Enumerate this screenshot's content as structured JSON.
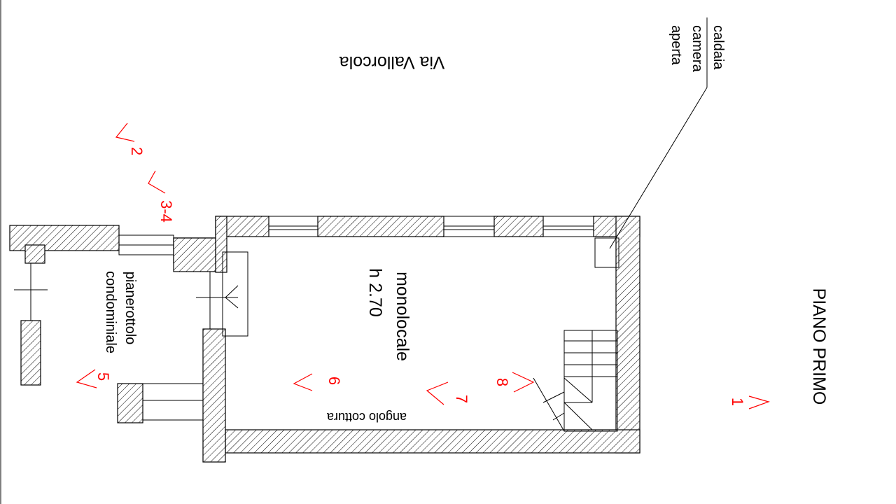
{
  "plan": {
    "title": "PIANO PRIMO",
    "street": "Via Vallorcola",
    "room_main": {
      "name": "monolocale",
      "height": "h 2.70"
    },
    "room_landing": {
      "line1": "pianerottolo",
      "line2": "condominiale"
    },
    "kitchen": "angolo cottura",
    "boiler_note": {
      "line1": "caldaia",
      "line2": "camera",
      "line3": "aperta"
    },
    "photo_markers": [
      "1",
      "2",
      "3-4",
      "5",
      "6",
      "7",
      "8"
    ],
    "colors": {
      "lines": "#000000",
      "markers": "#ff0000",
      "background": "#ffffff"
    }
  }
}
